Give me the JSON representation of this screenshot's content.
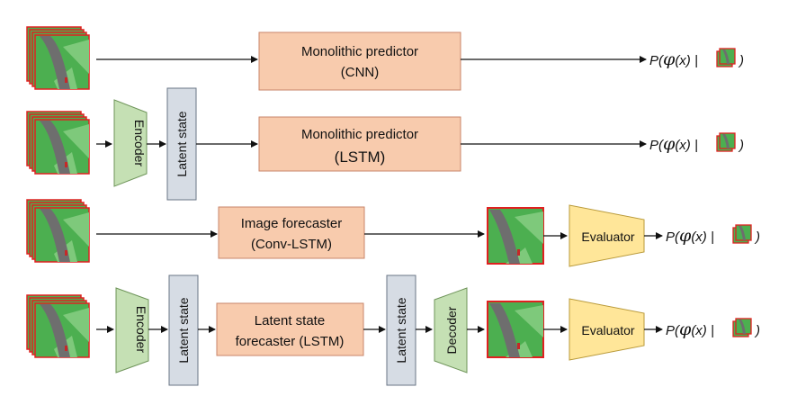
{
  "rows": [
    {
      "predictor": {
        "line1": "Monolithic predictor",
        "line2": "(CNN)"
      },
      "output": {
        "prefix": "P(",
        "phi": "φ",
        "middle": "(x) |",
        "suffix": ")"
      }
    },
    {
      "encoder": "Encoder",
      "latent": "Latent state",
      "predictor": {
        "line1": "Monolithic predictor",
        "line2": "(LSTM)"
      },
      "output": {
        "prefix": "P(",
        "phi": "φ",
        "middle": "(x) |",
        "suffix": ")"
      }
    },
    {
      "forecaster": {
        "line1": "Image forecaster",
        "line2": "(Conv-LSTM)"
      },
      "evaluator": "Evaluator",
      "output": {
        "prefix": "P(",
        "phi": "φ",
        "middle": "(x) |",
        "suffix": ")"
      }
    },
    {
      "encoder": "Encoder",
      "latent1": "Latent state",
      "forecaster": {
        "line1": "Latent state",
        "line2": "forecaster (LSTM)"
      },
      "latent2": "Latent state",
      "decoder": "Decoder",
      "evaluator": "Evaluator",
      "output": {
        "prefix": "P(",
        "phi": "φ",
        "middle": "(x) |",
        "suffix": ")"
      }
    }
  ],
  "colors": {
    "salmon": "#f8cbad",
    "salmon_border": "#c9866a",
    "green": "#c5e0b4",
    "green_border": "#6e9459",
    "latent": "#d6dce4",
    "latent_border": "#6a7686",
    "yellow": "#ffe699",
    "yellow_border": "#b99a3a",
    "frame_green": "#4caf50",
    "frame_red": "#e02020",
    "road": "#6e6e6e"
  }
}
